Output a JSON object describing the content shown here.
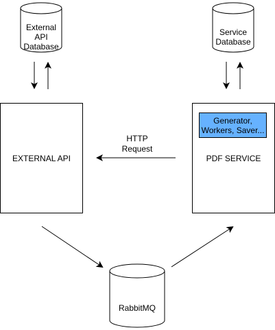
{
  "nodes": {
    "external_db": {
      "lines": [
        "External",
        "API",
        "Database"
      ]
    },
    "service_db": {
      "lines": [
        "Service",
        "Database"
      ]
    },
    "external_api": {
      "label": "EXTERNAL API"
    },
    "pdf_service": {
      "label": "PDF SERVICE"
    },
    "generator_box": {
      "lines": [
        "Generator,",
        "Workers, Saver..."
      ]
    },
    "rabbitmq": {
      "label": "RabbitMQ"
    }
  },
  "edges": {
    "http_request": {
      "lines": [
        "HTTP",
        "Request"
      ]
    }
  },
  "colors": {
    "stroke": "#000000",
    "fill": "#ffffff",
    "highlight_fill": "#66b2ff",
    "highlight_stroke": "#000000"
  }
}
